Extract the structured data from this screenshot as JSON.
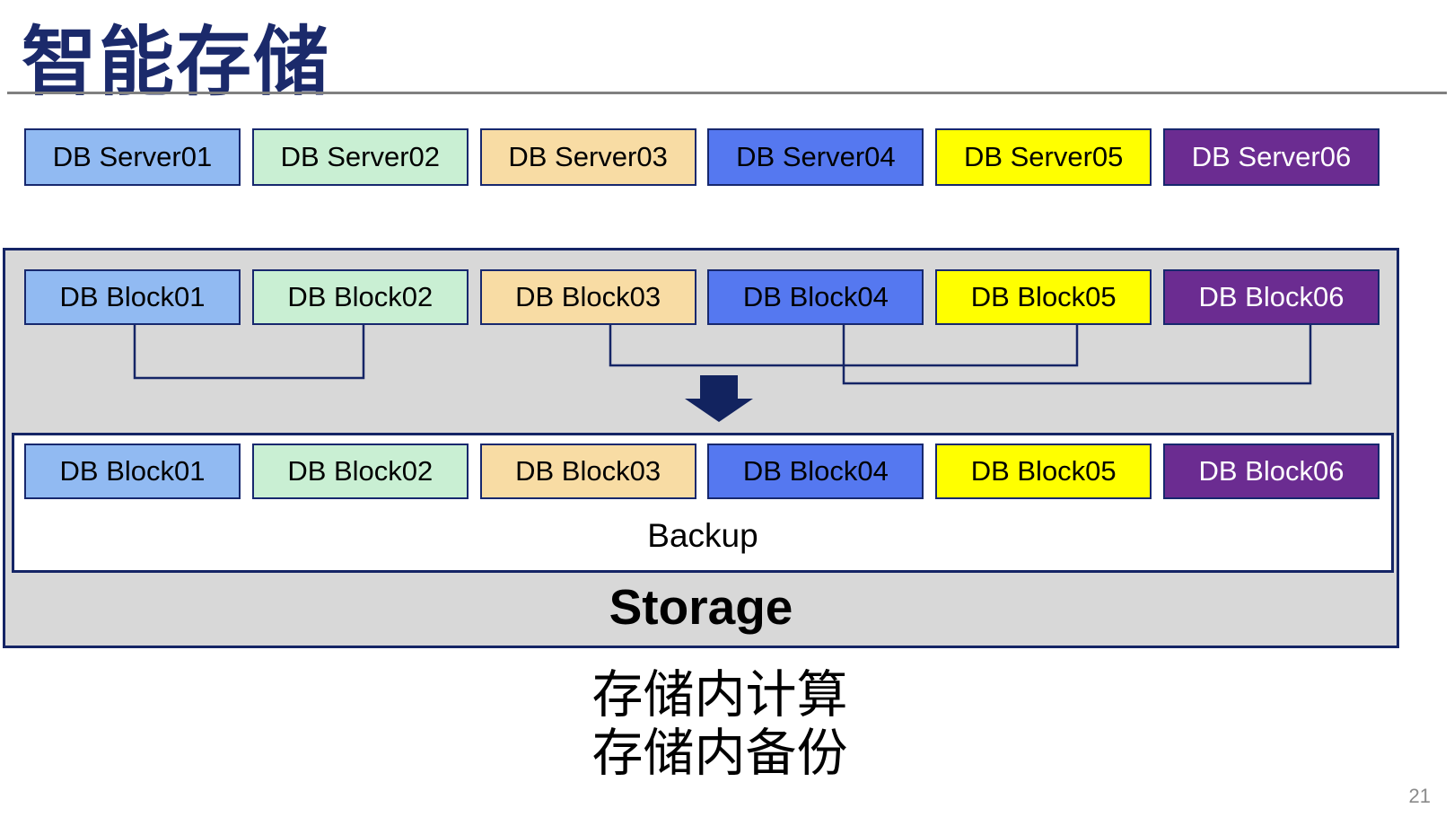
{
  "slide": {
    "title": "智能存储",
    "caption_line1": "存储内计算",
    "caption_line2": "存储内备份",
    "page_number": "21"
  },
  "storage": {
    "label": "Storage",
    "backup_label": "Backup"
  },
  "colors": {
    "navy_accent": "#17286E",
    "storage_fill": "#D8D8D8",
    "divider_gray": "#808080",
    "column_fills": [
      "#91BAF2",
      "#C9EFD3",
      "#F8DCA4",
      "#5578F0",
      "#FFFF00",
      "#6B2C91"
    ]
  },
  "servers": [
    {
      "label": "DB Server01",
      "fill": "#91BAF2",
      "text_color": "#000000",
      "name": "db-server-01"
    },
    {
      "label": "DB Server02",
      "fill": "#C9EFD3",
      "text_color": "#000000",
      "name": "db-server-02"
    },
    {
      "label": "DB Server03",
      "fill": "#F8DCA4",
      "text_color": "#000000",
      "name": "db-server-03"
    },
    {
      "label": "DB Server04",
      "fill": "#5578F0",
      "text_color": "#000000",
      "name": "db-server-04"
    },
    {
      "label": "DB Server05",
      "fill": "#FFFF00",
      "text_color": "#000000",
      "name": "db-server-05"
    },
    {
      "label": "DB Server06",
      "fill": "#6B2C91",
      "text_color": "#FFFFFF",
      "name": "db-server-06"
    }
  ],
  "blocks_top": [
    {
      "label": "DB Block01",
      "fill": "#91BAF2",
      "text_color": "#000000",
      "name": "db-block-top-01"
    },
    {
      "label": "DB Block02",
      "fill": "#C9EFD3",
      "text_color": "#000000",
      "name": "db-block-top-02"
    },
    {
      "label": "DB Block03",
      "fill": "#F8DCA4",
      "text_color": "#000000",
      "name": "db-block-top-03"
    },
    {
      "label": "DB Block04",
      "fill": "#5578F0",
      "text_color": "#000000",
      "name": "db-block-top-04"
    },
    {
      "label": "DB Block05",
      "fill": "#FFFF00",
      "text_color": "#000000",
      "name": "db-block-top-05"
    },
    {
      "label": "DB Block06",
      "fill": "#6B2C91",
      "text_color": "#FFFFFF",
      "name": "db-block-top-06"
    }
  ],
  "blocks_bottom": [
    {
      "label": "DB Block01",
      "fill": "#91BAF2",
      "text_color": "#000000",
      "name": "db-block-bottom-01"
    },
    {
      "label": "DB Block02",
      "fill": "#C9EFD3",
      "text_color": "#000000",
      "name": "db-block-bottom-02"
    },
    {
      "label": "DB Block03",
      "fill": "#F8DCA4",
      "text_color": "#000000",
      "name": "db-block-bottom-03"
    },
    {
      "label": "DB Block04",
      "fill": "#5578F0",
      "text_color": "#000000",
      "name": "db-block-bottom-04"
    },
    {
      "label": "DB Block05",
      "fill": "#FFFF00",
      "text_color": "#000000",
      "name": "db-block-bottom-05"
    },
    {
      "label": "DB Block06",
      "fill": "#6B2C91",
      "text_color": "#FFFFFF",
      "name": "db-block-bottom-06"
    }
  ]
}
